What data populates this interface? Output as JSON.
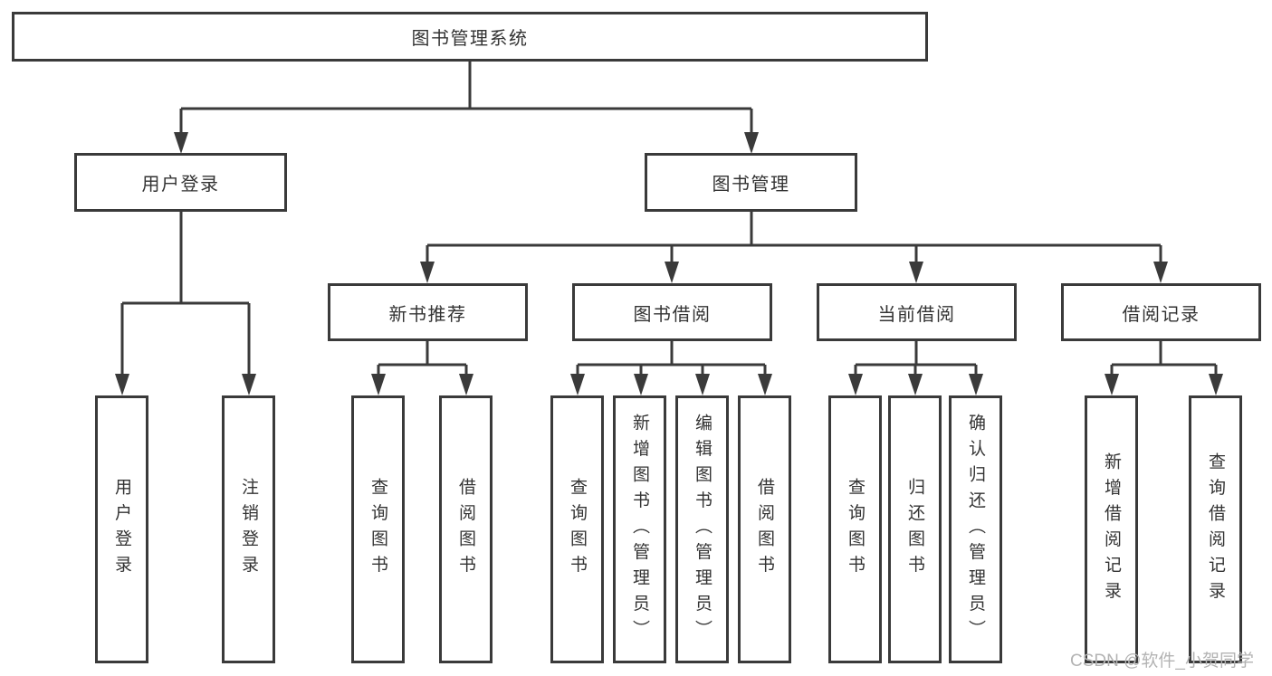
{
  "colors": {
    "line": "#3a3a3a",
    "text": "#333333",
    "watermark": "#b3b3b3",
    "background": "#ffffff"
  },
  "watermark": "CSDN @软件_小贺同学",
  "tree": {
    "root": {
      "label": "图书管理系统",
      "children": [
        {
          "label": "用户登录",
          "children": [
            {
              "label": "用户登录"
            },
            {
              "label": "注销登录"
            }
          ]
        },
        {
          "label": "图书管理",
          "children": [
            {
              "label": "新书推荐",
              "children": [
                {
                  "label": "查询图书"
                },
                {
                  "label": "借阅图书"
                }
              ]
            },
            {
              "label": "图书借阅",
              "children": [
                {
                  "label": "查询图书"
                },
                {
                  "label": "新增图书（管理员）"
                },
                {
                  "label": "编辑图书（管理员）"
                },
                {
                  "label": "借阅图书"
                }
              ]
            },
            {
              "label": "当前借阅",
              "children": [
                {
                  "label": "查询图书"
                },
                {
                  "label": "归还图书"
                },
                {
                  "label": "确认归还（管理员）"
                }
              ]
            },
            {
              "label": "借阅记录",
              "children": [
                {
                  "label": "新增借阅记录"
                },
                {
                  "label": "查询借阅记录"
                }
              ]
            }
          ]
        }
      ]
    }
  }
}
